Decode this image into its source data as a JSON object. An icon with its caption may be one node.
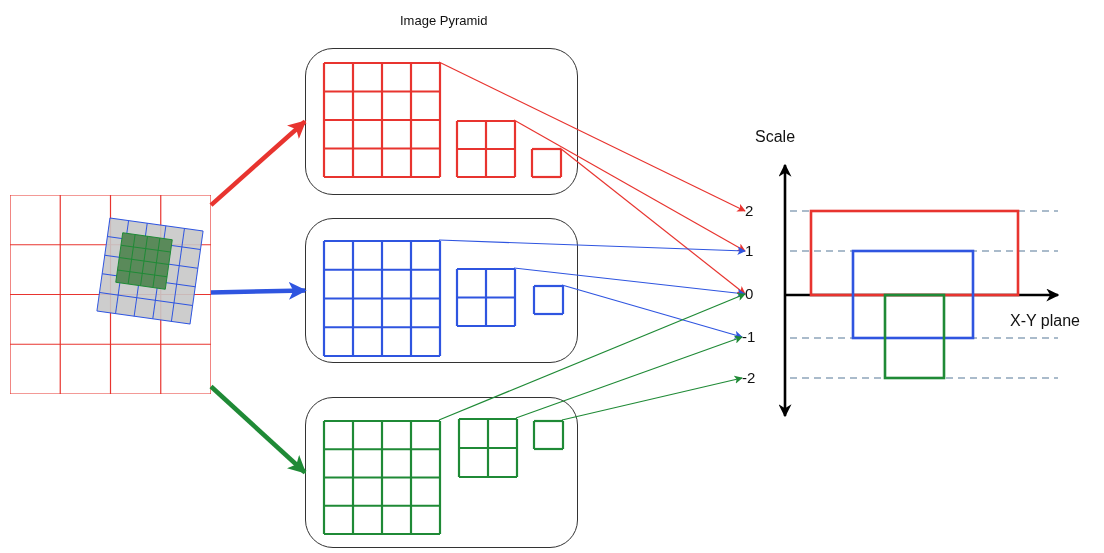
{
  "diagram": {
    "title": "Image Pyramid",
    "nodes": [
      {
        "text": [],
        "shape": "picture"
      },
      {
        "text": [],
        "shape": "box"
      },
      {
        "text": [],
        "shape": "picture",
        "in": 1
      },
      {
        "text": [],
        "shape": "picture",
        "in": 1
      },
      {
        "text": [],
        "shape": "picture",
        "in": 1
      },
      {
        "text": [],
        "shape": "box"
      },
      {
        "text": [],
        "shape": "picture",
        "in": 5
      },
      {
        "text": [],
        "shape": "picture",
        "in": 5
      },
      {
        "text": [],
        "shape": "picture",
        "in": 5
      },
      {
        "text": [],
        "shape": "box"
      },
      {
        "text": [],
        "shape": "picture",
        "in": 9
      },
      {
        "text": [],
        "shape": "picture",
        "in": 9
      },
      {
        "text": [],
        "shape": "picture",
        "in": 9
      },
      {
        "text": [
          "2"
        ]
      },
      {
        "text": [
          "1"
        ]
      },
      {
        "text": [
          "0"
        ]
      },
      {
        "text": [
          "-1"
        ]
      },
      {
        "text": [
          "-2"
        ]
      }
    ],
    "edges": [
      {
        "from": 0,
        "to": 1,
        "arrow": "to",
        "style": "thick",
        "color": "#e8342f"
      },
      {
        "from": 0,
        "to": 5,
        "arrow": "to",
        "style": "thick",
        "color": "#2f55e0"
      },
      {
        "from": 0,
        "to": 9,
        "arrow": "to",
        "style": "thick",
        "color": "#1f8a36"
      },
      {
        "from": 2,
        "to": 13,
        "arrow": "to",
        "color": "#e8342f"
      },
      {
        "from": 3,
        "to": 14,
        "arrow": "to",
        "color": "#e8342f"
      },
      {
        "from": 4,
        "to": 15,
        "arrow": "to",
        "color": "#e8342f"
      },
      {
        "from": 6,
        "to": 14,
        "arrow": "to",
        "color": "#2f55e0"
      },
      {
        "from": 7,
        "to": 15,
        "arrow": "to",
        "color": "#2f55e0"
      },
      {
        "from": 8,
        "to": 16,
        "arrow": "to",
        "color": "#2f55e0"
      },
      {
        "from": 10,
        "to": 15,
        "arrow": "to",
        "color": "#1f8a36"
      },
      {
        "from": 11,
        "to": 16,
        "arrow": "to",
        "color": "#1f8a36"
      },
      {
        "from": 12,
        "to": 17,
        "arrow": "to",
        "color": "#1f8a36"
      }
    ],
    "labels": [
      "Scale",
      "X-Y plane"
    ]
  }
}
